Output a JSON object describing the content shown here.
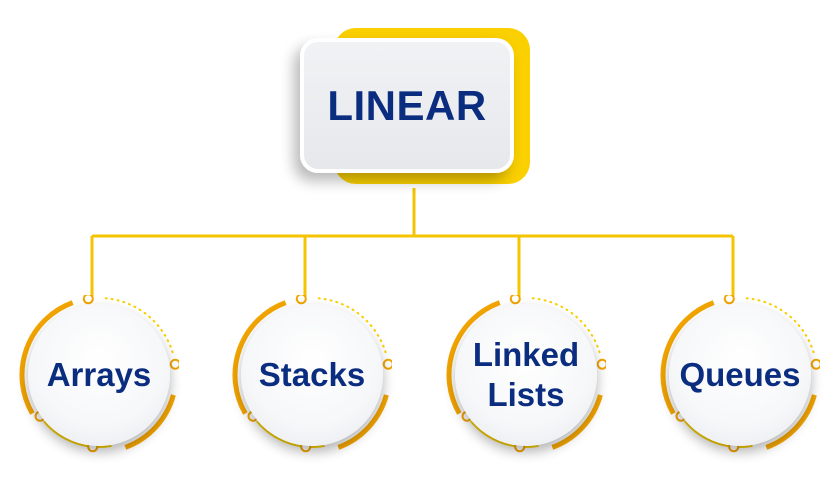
{
  "diagram": {
    "root": {
      "label": "LINEAR"
    },
    "children": [
      {
        "id": "arrays",
        "label": "Arrays"
      },
      {
        "id": "stacks",
        "label": "Stacks"
      },
      {
        "id": "linked-lists",
        "label": "Linked\nLists"
      },
      {
        "id": "queues",
        "label": "Queues"
      }
    ]
  },
  "colors": {
    "accent_yellow": "#fad000",
    "accent_orange": "#f2a400",
    "text_navy": "#0b2d80",
    "card_gray": "#e9eaee"
  }
}
